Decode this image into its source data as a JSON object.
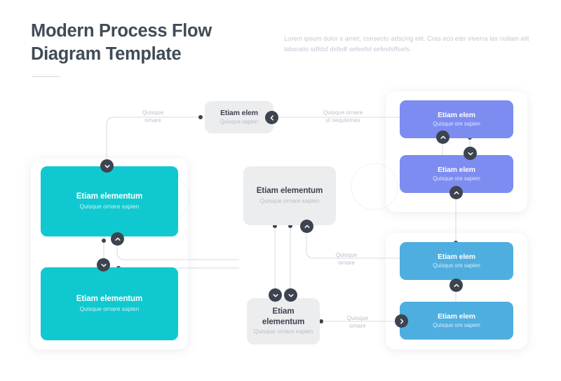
{
  "header": {
    "title": "Modern Process Flow Diagram Template",
    "subtitle": "Lorem ipsum dolor s amet, consectu adscing elit. Cras eco eter viverra las nullam elit laboratis sdfdsf dsfsdf sefesfsf sefesfsffsefs."
  },
  "colors": {
    "teal": "#10c9d0",
    "indigo": "#7c8cf0",
    "sky": "#4eaee0",
    "grey_card": "#ebedef",
    "badge": "#3d4450",
    "wire": "#d8dbe0",
    "text_dark": "#414b57",
    "text_muted": "#c3c9d2"
  },
  "nodes": {
    "top_center": {
      "title": "Etiam elem",
      "subtitle": "Quisque sapien"
    },
    "center": {
      "title": "Etiam elementum",
      "subtitle": "Quisque ornare sapien"
    },
    "bottom_center": {
      "title": "Etiam elementum",
      "subtitle": "Quisque ornare sapien"
    },
    "left_top": {
      "title": "Etiam elementum",
      "subtitle": "Quisque ornare sapien"
    },
    "left_bottom": {
      "title": "Etiam elementum",
      "subtitle": "Quisque ornare sapien"
    },
    "right_top_1": {
      "title": "Etiam elem",
      "subtitle": "Quisque ore sapien"
    },
    "right_top_2": {
      "title": "Etiam elem",
      "subtitle": "Quisque ore sapien"
    },
    "right_bottom_1": {
      "title": "Etiam elem",
      "subtitle": "Quisque ore sapien"
    },
    "right_bottom_2": {
      "title": "Etiam elem",
      "subtitle": "Quisque ore sapien"
    }
  },
  "edge_labels": {
    "top_left": "Quisque\nornare",
    "top_right": "Quisque ornare\nut nequtemes",
    "mid_right": "Quisque\nornare",
    "bottom_right": "Quisque\nornare"
  },
  "badges": {
    "top_center_left_chevron": "chevron-left-icon",
    "left_top_down": "chevron-down-icon",
    "left_mid_up": "chevron-up-icon",
    "left_mid_down": "chevron-down-icon",
    "center_bottom_up": "chevron-up-icon",
    "bottom_center_down_a": "chevron-down-icon",
    "bottom_center_down_b": "chevron-down-icon",
    "right_top_up": "chevron-up-icon",
    "right_top_down": "chevron-down-icon",
    "right_top2_up": "chevron-up-icon",
    "right_bottom_up": "chevron-up-icon",
    "right_bottom_right": "chevron-right-icon"
  }
}
